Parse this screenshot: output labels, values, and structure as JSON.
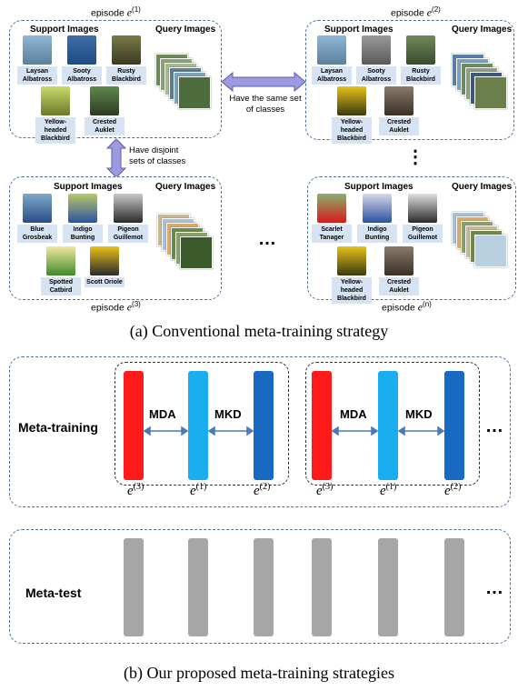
{
  "episodes": {
    "e1": {
      "prefix": "episode",
      "var": "e",
      "sup": "(1)"
    },
    "e2": {
      "prefix": "episode",
      "var": "e",
      "sup": "(2)"
    },
    "e3": {
      "prefix": "episode",
      "var": "e",
      "sup": "(3)"
    },
    "en": {
      "prefix": "episode",
      "var": "e",
      "sup": "(n)"
    }
  },
  "headers": {
    "support": "Support Images",
    "query": "Query Images"
  },
  "birds": {
    "e1": [
      "Laysan Albatross",
      "Sooty Albatross",
      "Rusty Blackbird",
      "Yellow-headed Blackbird",
      "Crested Auklet"
    ],
    "e2": [
      "Laysan Albatross",
      "Sooty Albatross",
      "Rusty Blackbird",
      "Yellow-headed Blackbird",
      "Crested Auklet"
    ],
    "e3": [
      "Blue Grosbeak",
      "Indigo Bunting",
      "Pigeon Guillemot",
      "Spotted Catbird",
      "Scott Oriole"
    ],
    "en": [
      "Scarlet Tanager",
      "Indigo Bunting",
      "Pigeon Guillemot",
      "Yellow-headed Blackbird",
      "Crested Auklet"
    ]
  },
  "notes": {
    "same": "Have the same set of classes",
    "disjoint": "Have disjoint sets of classes"
  },
  "ellipsis_v": "⋮",
  "ellipsis_h": "…",
  "caption_a": "(a) Conventional meta-training strategy",
  "caption_b": "(b) Our proposed meta-training strategies",
  "meta_training": "Meta-training",
  "meta_test": "Meta-test",
  "mda": "MDA",
  "mkd": "MKD",
  "bar_labels": [
    {
      "var": "e",
      "sup": "(3)"
    },
    {
      "var": "e",
      "sup": "(1)"
    },
    {
      "var": "e",
      "sup": "(2)"
    }
  ],
  "colors": {
    "red": "#ff1a1a",
    "light_blue": "#1aaef0",
    "dark_blue": "#1769c2",
    "gray": "#a6a6a6",
    "arrow": "#9b9be0"
  }
}
